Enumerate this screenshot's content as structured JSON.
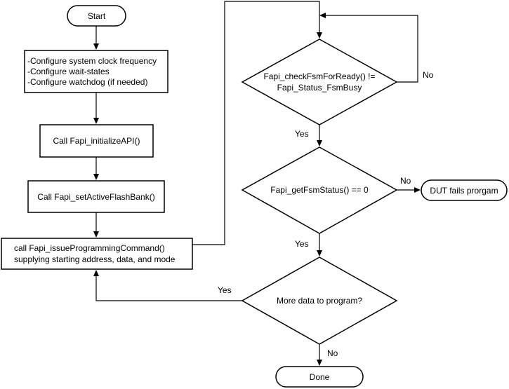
{
  "diagram": {
    "nodes": {
      "start": {
        "label": "Start"
      },
      "configure": {
        "lines": [
          "-Configure system clock frequency",
          "-Configure wait-states",
          "-Configure watchdog (if needed)"
        ]
      },
      "init_api": {
        "label": "Call Fapi_initializeAPI()"
      },
      "set_bank": {
        "label": "Call Fapi_setActiveFlashBank()"
      },
      "issue_cmd": {
        "lines": [
          "call Fapi_issueProgrammingCommand()",
          "supplying starting address, data, and mode"
        ]
      },
      "check_fsm": {
        "lines": [
          "Fapi_checkFsmForReady() !=",
          "Fapi_Status_FsmBusy"
        ]
      },
      "get_status": {
        "label": "Fapi_getFsmStatus() == 0"
      },
      "fail": {
        "label": "DUT fails prorgam"
      },
      "more_data": {
        "label": "More data to program?"
      },
      "done": {
        "label": "Done"
      }
    },
    "edge_labels": {
      "check_no": "No",
      "check_yes": "Yes",
      "status_no": "No",
      "status_yes": "Yes",
      "more_yes": "Yes",
      "more_no": "No"
    }
  }
}
